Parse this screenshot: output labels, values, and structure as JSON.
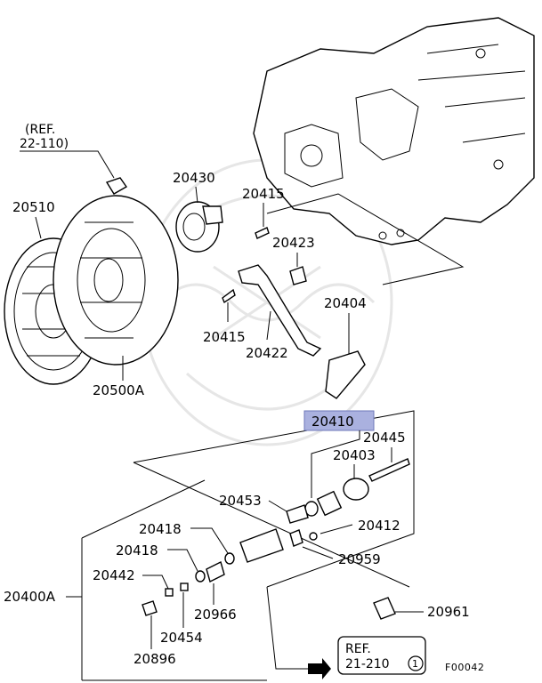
{
  "labels": {
    "ref_top_1": "(REF.",
    "ref_top_2": "22-110)",
    "p20430": "20430",
    "p20415a": "20415",
    "p20510": "20510",
    "p20423": "20423",
    "p20404": "20404",
    "p20415b": "20415",
    "p20422": "20422",
    "p20500A": "20500A",
    "p20410": "20410",
    "p20445": "20445",
    "p20403": "20403",
    "p20453": "20453",
    "p20412": "20412",
    "p20418a": "20418",
    "p20418b": "20418",
    "p20959": "20959",
    "p20442": "20442",
    "p20400A": "20400A",
    "p20966": "20966",
    "p20961": "20961",
    "p20454": "20454",
    "p20896": "20896",
    "ref_bottom_1": "REF.",
    "ref_bottom_2": "21-210",
    "ref_bottom_circle": "1",
    "figure_code": "F00042"
  },
  "highlight": {
    "part": "20410",
    "color": "#aab1df"
  }
}
